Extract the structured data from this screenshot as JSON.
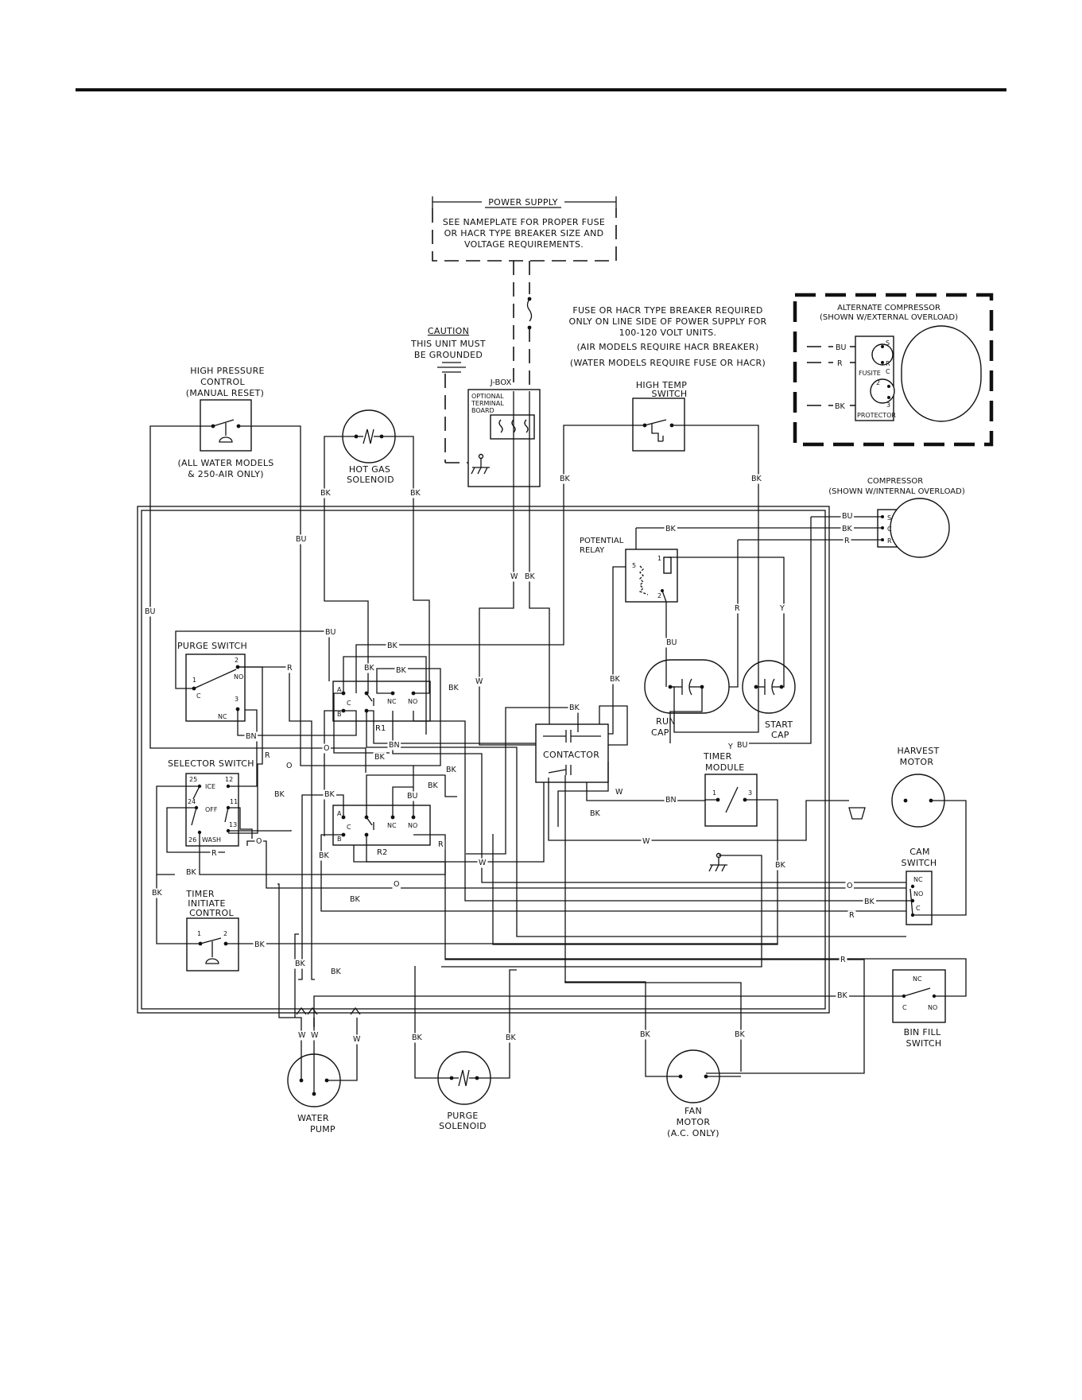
{
  "power_supply": {
    "title": "POWER SUPPLY",
    "note": [
      "SEE NAMEPLATE FOR PROPER FUSE",
      "OR HACR TYPE BREAKER SIZE AND",
      "VOLTAGE REQUIREMENTS."
    ]
  },
  "fuse_note": [
    "FUSE OR HACR TYPE BREAKER REQUIRED",
    "ONLY ON LINE SIDE OF POWER SUPPLY FOR",
    "100-120 VOLT UNITS.",
    "(AIR MODELS REQUIRE HACR BREAKER)",
    "(WATER MODELS REQUIRE FUSE OR HACR)"
  ],
  "caution": [
    "CAUTION",
    "THIS UNIT MUST",
    "BE GROUNDED"
  ],
  "jbox": {
    "title": "J-BOX",
    "board": [
      "OPTIONAL",
      "TERMINAL",
      "BOARD"
    ]
  },
  "high_pressure": {
    "title": [
      "HIGH PRESSURE",
      "CONTROL",
      "(MANUAL RESET)"
    ],
    "note": [
      "(ALL WATER MODELS",
      "& 250-AIR ONLY)"
    ]
  },
  "hot_gas": [
    "HOT GAS",
    "SOLENOID"
  ],
  "high_temp": [
    "HIGH TEMP",
    "SWITCH"
  ],
  "alt_compressor": {
    "title": [
      "ALTERNATE COMPRESSOR",
      "(SHOWN W/EXTERNAL OVERLOAD)"
    ],
    "wires": [
      "BU",
      "R",
      "BK"
    ],
    "fusite": "FUSITE",
    "protector": "PROTECTOR",
    "pins": [
      "S",
      "R",
      "C",
      "2",
      "3"
    ]
  },
  "compressor": {
    "title": [
      "COMPRESSOR",
      "(SHOWN W/INTERNAL OVERLOAD)"
    ],
    "pins": [
      "S",
      "C",
      "R"
    ],
    "wires": [
      "BU",
      "BK",
      "R"
    ]
  },
  "potential_relay": {
    "title": [
      "POTENTIAL",
      "RELAY"
    ],
    "pins": [
      "5",
      "1",
      "2"
    ]
  },
  "purge_switch": {
    "title": "PURGE SWITCH",
    "pins": [
      "2",
      "NO",
      "1",
      "C",
      "3",
      "NC"
    ]
  },
  "relay1": {
    "name": "R1",
    "pins": [
      "A",
      "C",
      "B",
      "NC",
      "NO"
    ]
  },
  "relay2": {
    "name": "R2",
    "pins": [
      "A",
      "C",
      "B",
      "NC",
      "NO"
    ]
  },
  "run_cap": [
    "RUN",
    "CAP"
  ],
  "start_cap": [
    "START",
    "CAP"
  ],
  "contactor": "CONTACTOR",
  "timer_module": {
    "title": [
      "TIMER",
      "MODULE"
    ],
    "pins": [
      "1",
      "3"
    ]
  },
  "harvest_motor": [
    "HARVEST",
    "MOTOR"
  ],
  "selector_switch": {
    "title": "SELECTOR SWITCH",
    "pins": [
      "25",
      "ICE",
      "12",
      "24",
      "OFF",
      "11",
      "13",
      "26",
      "WASH"
    ]
  },
  "cam_switch": {
    "title": [
      "CAM",
      "SWITCH"
    ],
    "pins": [
      "NC",
      "NO",
      "C"
    ]
  },
  "timer_initiate": {
    "title": [
      "TIMER",
      "INITIATE",
      "CONTROL"
    ],
    "pins": [
      "1",
      "2"
    ]
  },
  "bin_fill": {
    "title": [
      "BIN FILL",
      "SWITCH"
    ],
    "pins": [
      "NC",
      "C",
      "NO"
    ]
  },
  "water_pump": [
    "WATER",
    "PUMP"
  ],
  "purge_solenoid": [
    "PURGE",
    "SOLENOID"
  ],
  "fan_motor": [
    "FAN",
    "MOTOR",
    "(A.C. ONLY)"
  ],
  "wire_labels": {
    "black": "BK",
    "blue": "BU",
    "red": "R",
    "white": "W",
    "brown": "BN",
    "orange": "O",
    "yellow": "Y"
  },
  "colors": {
    "line": "#111111",
    "background": "#ffffff"
  }
}
